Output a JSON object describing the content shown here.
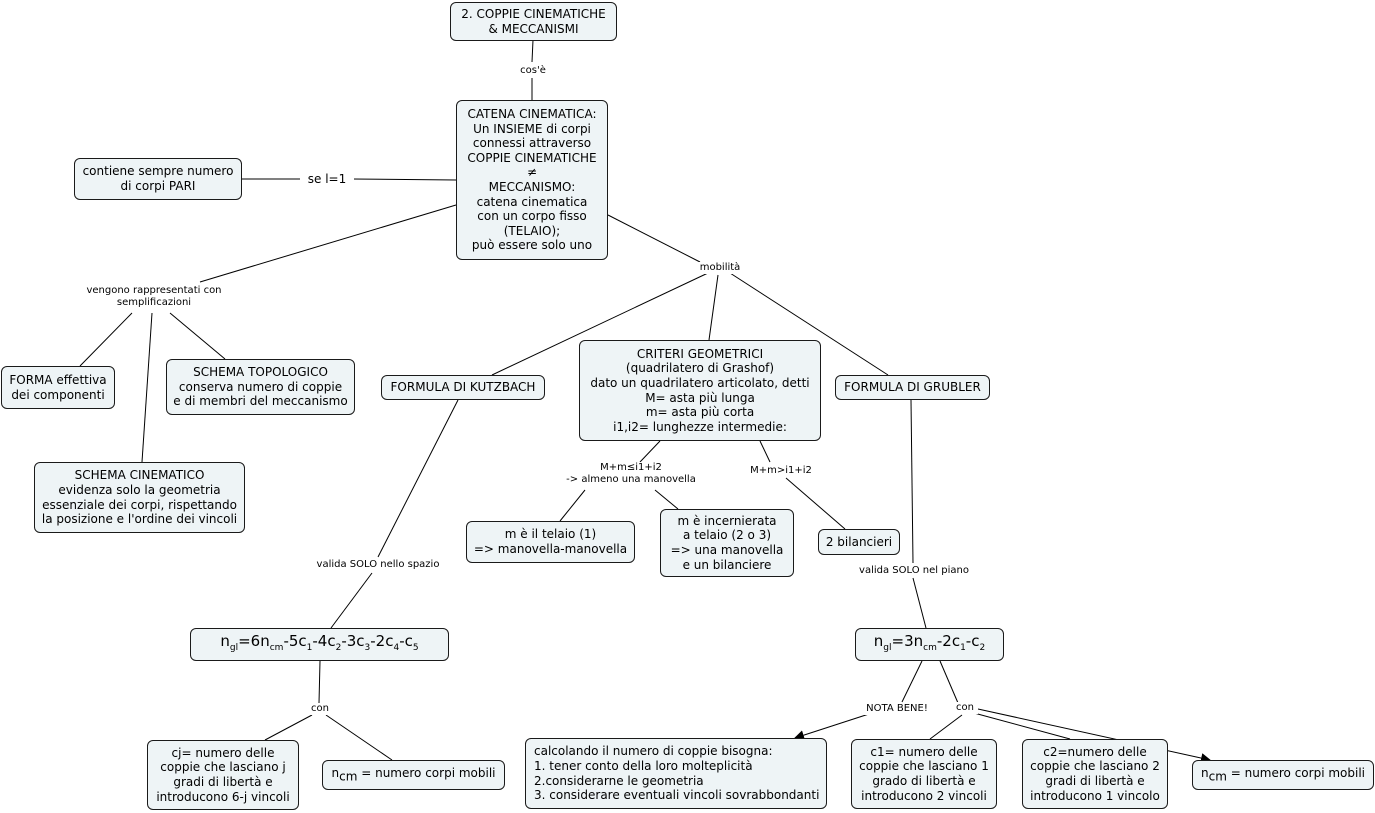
{
  "nodes": {
    "root": [
      "2. COPPIE CINEMATICHE",
      "& MECCANISMI"
    ],
    "catena": [
      "CATENA CINEMATICA:",
      "Un INSIEME di corpi",
      "connessi attraverso",
      "COPPIE CINEMATICHE",
      "≠",
      "MECCANISMO:",
      "catena cinematica",
      "con un corpo fisso",
      "(TELAIO);",
      "può essere solo uno"
    ],
    "pari": [
      "contiene sempre numero",
      "di corpi PARI"
    ],
    "forma": [
      "FORMA effettiva",
      "dei componenti"
    ],
    "topologico": [
      "SCHEMA TOPOLOGICO",
      "conserva numero di coppie",
      "e di membri del meccanismo"
    ],
    "cinematico": [
      "SCHEMA CINEMATICO",
      "evidenza solo la geometria",
      "essenziale dei corpi, rispettando",
      "la posizione e l'ordine dei vincoli"
    ],
    "kutzbach": [
      "FORMULA DI KUTZBACH"
    ],
    "criteri": [
      "CRITERI GEOMETRICI",
      "(quadrilatero di Grashof)",
      "dato un quadrilatero articolato, detti",
      "M= asta più lunga",
      "m= asta più corta",
      "i1,i2= lunghezze intermedie:"
    ],
    "grubler": [
      "FORMULA DI GRUBLER"
    ],
    "telaio": [
      "m è il telaio (1)",
      "=> manovella-manovella"
    ],
    "incernierata": [
      "m è incernierata",
      "a telaio (2 o 3)",
      "=> una manovella",
      "e un bilanciere"
    ],
    "bilancieri": [
      "2 bilancieri"
    ],
    "cj": [
      "cj= numero delle",
      "coppie che lasciano j",
      "gradi di libertà e",
      "introducono 6-j vincoli"
    ],
    "calcolando": [
      "calcolando il numero di coppie bisogna:",
      "1. tener conto della loro molteplicità",
      "2.considerarne le geometria",
      "3. considerare eventuali vincoli sovrabbondanti"
    ],
    "c1": [
      "c1= numero delle",
      "coppie che lasciano 1",
      "grado di libertà e",
      "introducono 2 vincoli"
    ],
    "c2": [
      "c2=numero delle",
      "coppie che lasciano 2",
      "gradi di libertà e",
      "introducono 1 vincolo"
    ]
  },
  "formulas": {
    "kutzbach": [
      {
        "t": "n"
      },
      {
        "s": "gl"
      },
      {
        "t": "=6n"
      },
      {
        "s": "cm"
      },
      {
        "t": "-5c"
      },
      {
        "s": "1"
      },
      {
        "t": "-4c"
      },
      {
        "s": "2"
      },
      {
        "t": "-3c"
      },
      {
        "s": "3"
      },
      {
        "t": "-2c"
      },
      {
        "s": "4"
      },
      {
        "t": "-c"
      },
      {
        "s": "5"
      }
    ],
    "grubler": [
      {
        "t": "n"
      },
      {
        "s": "gl"
      },
      {
        "t": "=3n"
      },
      {
        "s": "cm"
      },
      {
        "t": "-2c"
      },
      {
        "s": "1"
      },
      {
        "t": "-c"
      },
      {
        "s": "2"
      }
    ],
    "ncm_left": [
      {
        "t": "n"
      },
      {
        "s": "cm"
      },
      {
        "t": " = numero corpi mobili"
      }
    ],
    "ncm_right": [
      {
        "t": "n"
      },
      {
        "s": "cm"
      },
      {
        "t": " = numero corpi mobili"
      }
    ]
  },
  "labels": {
    "cose": [
      "cos'è"
    ],
    "sel1": [
      "se l=1"
    ],
    "vengono": [
      "vengono rappresentati con",
      "semplificazioni"
    ],
    "mobilita": [
      "mobilità"
    ],
    "spazio": [
      "valida SOLO nello spazio"
    ],
    "mm1": [
      "M+m≤i1+i2",
      "-> almeno una manovella"
    ],
    "mm2": [
      "M+m>i1+i2"
    ],
    "piano": [
      "valida SOLO nel piano"
    ],
    "conL": [
      "con"
    ],
    "notabene": [
      "NOTA BENE!"
    ],
    "conR": [
      "con"
    ]
  }
}
